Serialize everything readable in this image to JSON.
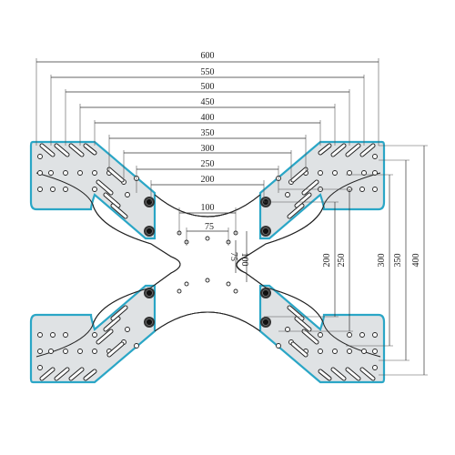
{
  "diagram": {
    "horizontal_dimensions": [
      "600",
      "550",
      "500",
      "450",
      "400",
      "350",
      "300",
      "250",
      "200"
    ],
    "center_horizontal_dimensions": [
      "100",
      "75"
    ],
    "center_vertical_dimensions": [
      "75",
      "100"
    ],
    "vertical_dimensions": [
      "200",
      "250",
      "300",
      "350",
      "400"
    ],
    "colors": {
      "plate_edge": "#2aa6c6",
      "plate_fill": "#dfe2e4",
      "lines": "#333333",
      "bolt": "#333333"
    },
    "icons": [
      "bolt",
      "hole",
      "slot"
    ]
  }
}
